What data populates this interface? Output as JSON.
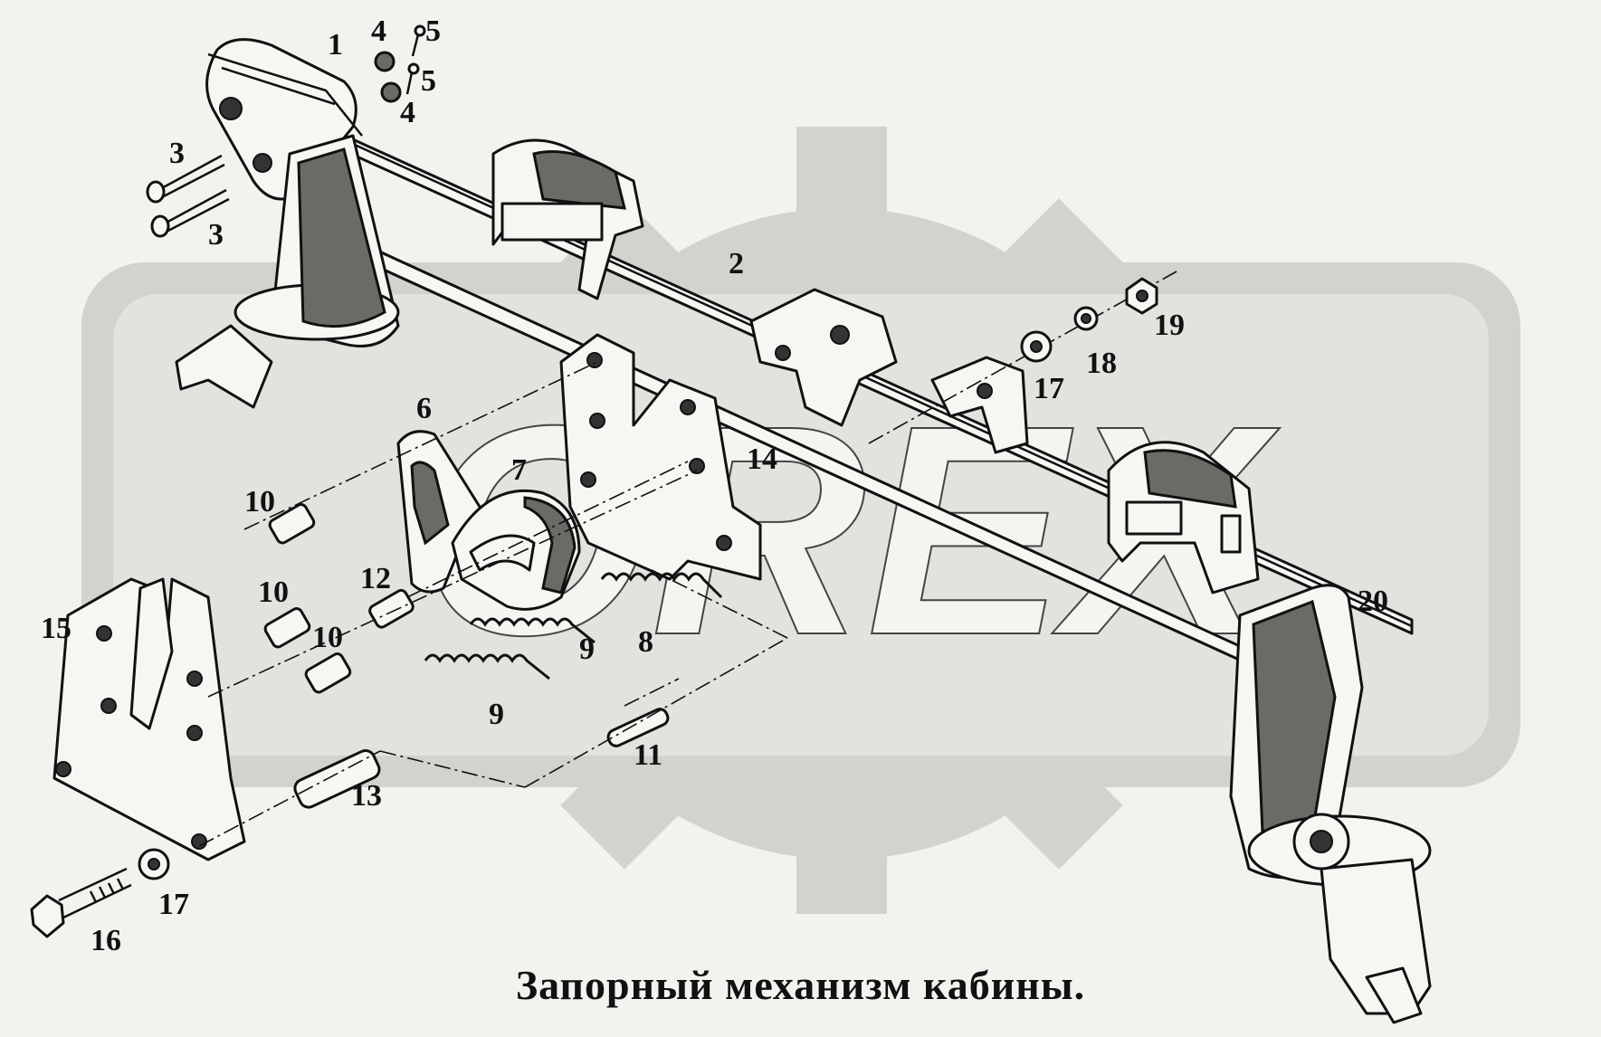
{
  "caption": "Запорный механизм кабины.",
  "watermark": "OREX",
  "labels": [
    {
      "id": "1",
      "text": "1"
    },
    {
      "id": "2",
      "text": "2"
    },
    {
      "id": "3a",
      "text": "3"
    },
    {
      "id": "3b",
      "text": "3"
    },
    {
      "id": "4a",
      "text": "4"
    },
    {
      "id": "4b",
      "text": "4"
    },
    {
      "id": "5a",
      "text": "5"
    },
    {
      "id": "5b",
      "text": "5"
    },
    {
      "id": "6",
      "text": "6"
    },
    {
      "id": "7",
      "text": "7"
    },
    {
      "id": "8",
      "text": "8"
    },
    {
      "id": "9a",
      "text": "9"
    },
    {
      "id": "9b",
      "text": "9"
    },
    {
      "id": "10a",
      "text": "10"
    },
    {
      "id": "10b",
      "text": "10"
    },
    {
      "id": "10c",
      "text": "10"
    },
    {
      "id": "11",
      "text": "11"
    },
    {
      "id": "12",
      "text": "12"
    },
    {
      "id": "13",
      "text": "13"
    },
    {
      "id": "14",
      "text": "14"
    },
    {
      "id": "15",
      "text": "15"
    },
    {
      "id": "16",
      "text": "16"
    },
    {
      "id": "17a",
      "text": "17"
    },
    {
      "id": "17b",
      "text": "17"
    },
    {
      "id": "18",
      "text": "18"
    },
    {
      "id": "19",
      "text": "19"
    },
    {
      "id": "20",
      "text": "20"
    }
  ]
}
